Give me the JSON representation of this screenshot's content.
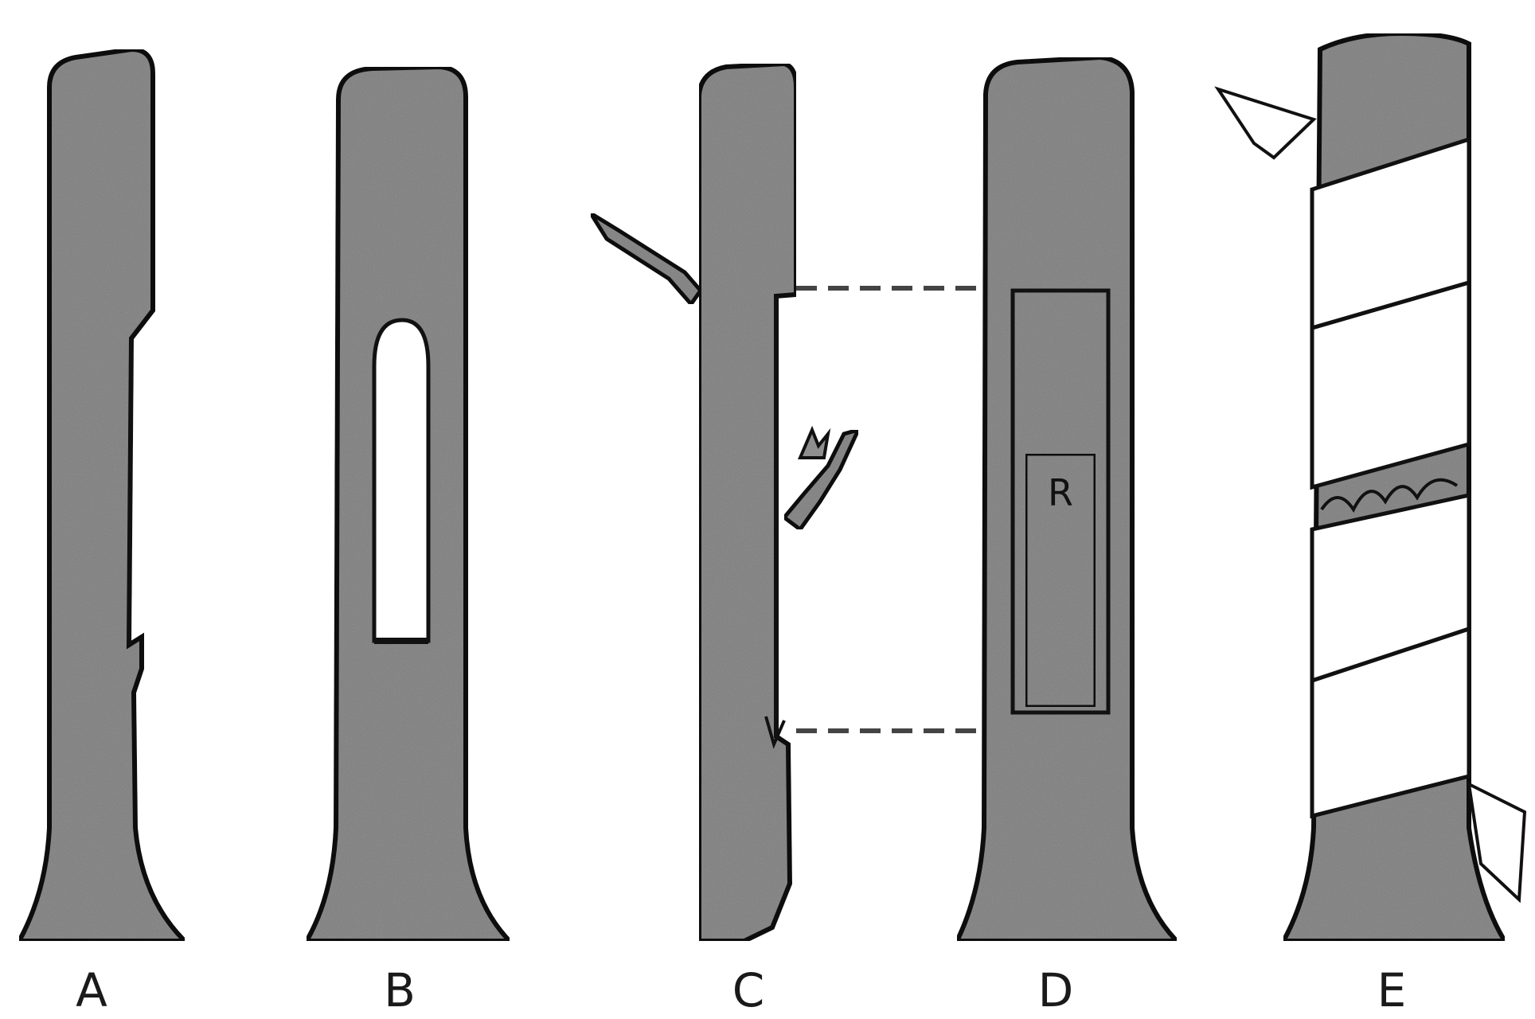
{
  "figure": {
    "panels": [
      {
        "id": "A",
        "label": "A"
      },
      {
        "id": "B",
        "label": "B"
      },
      {
        "id": "C",
        "label": "C"
      },
      {
        "id": "D",
        "label": "D"
      },
      {
        "id": "E",
        "label": "E"
      }
    ],
    "inset_letter": "R",
    "colors": {
      "stem_fill": "#8f8f8f",
      "outline": "#111111",
      "background": "#ffffff",
      "tape": "#ffffff",
      "guide_line": "#444444"
    }
  }
}
